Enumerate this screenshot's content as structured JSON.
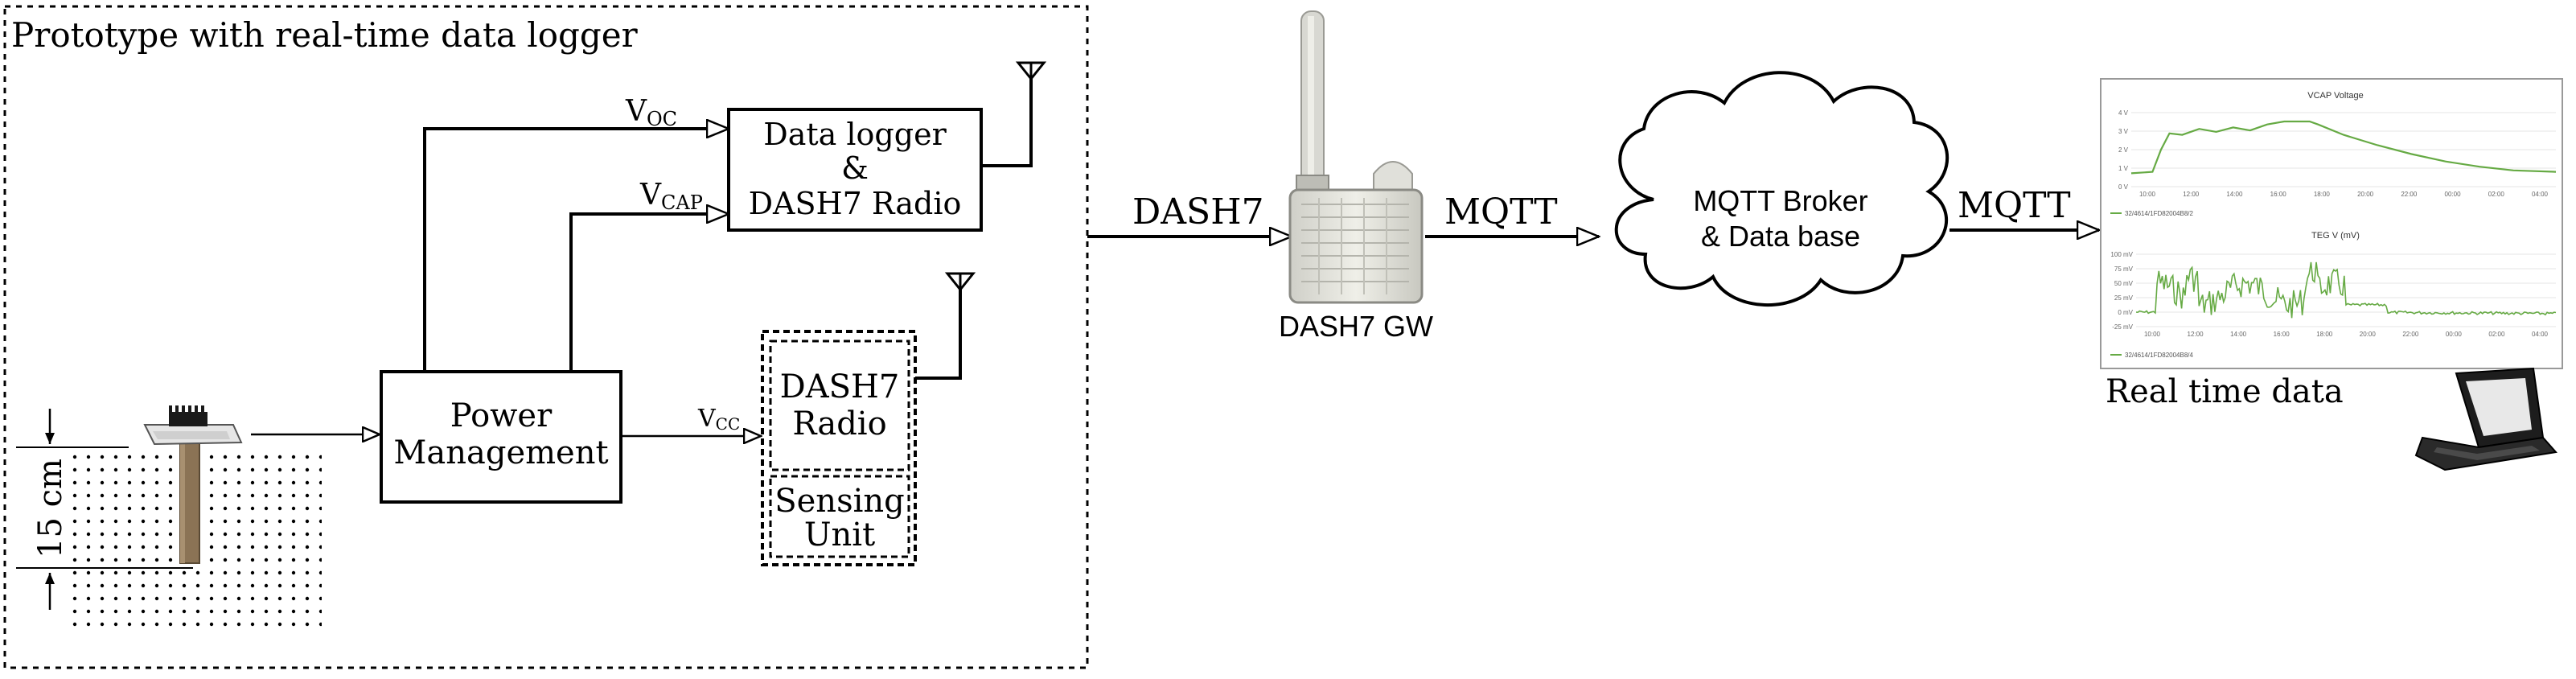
{
  "prototype": {
    "title": "Prototype with real-time data logger",
    "dimension_label": "15 cm"
  },
  "power_management": {
    "line1": "Power",
    "line2": "Management"
  },
  "data_logger": {
    "line1": "Data logger",
    "line2": "&",
    "line3": "DASH7 Radio"
  },
  "node_radio": {
    "line1": "DASH7",
    "line2": "Radio"
  },
  "sensing_unit": {
    "line1": "Sensing",
    "line2": "Unit"
  },
  "signals": {
    "voc_main": "V",
    "voc_sub": "OC",
    "vcap_main": "V",
    "vcap_sub": "CAP",
    "vcc_main": "V",
    "vcc_sub": "CC"
  },
  "links": {
    "dash7": "DASH7",
    "mqtt_1": "MQTT",
    "mqtt_2": "MQTT"
  },
  "gateway": {
    "label": "DASH7 GW"
  },
  "broker": {
    "line1": "MQTT Broker",
    "line2": "& Data base"
  },
  "dashboard": {
    "label": "Real time data",
    "chart1": {
      "title": "VCAP Voltage",
      "y_ticks": [
        "4 V",
        "3 V",
        "2 V",
        "1 V",
        "0 V"
      ],
      "x_ticks": [
        "10:00",
        "12:00",
        "14:00",
        "16:00",
        "18:00",
        "20:00",
        "22:00",
        "00:00",
        "02:00",
        "04:00"
      ],
      "legend": "32/4614/1FD82004B8/2"
    },
    "chart2": {
      "title": "TEG V (mV)",
      "y_ticks": [
        "100 mV",
        "75 mV",
        "50 mV",
        "25 mV",
        "0 mV",
        "-25 mV"
      ],
      "x_ticks": [
        "10:00",
        "12:00",
        "14:00",
        "16:00",
        "18:00",
        "20:00",
        "22:00",
        "00:00",
        "02:00",
        "04:00"
      ],
      "legend": "32/4614/1FD82004B8/4"
    }
  },
  "colors": {
    "line": "#000000",
    "series": "#66aa44",
    "gw_body": "#e6e6e0",
    "grid": "#e8e8e8"
  }
}
